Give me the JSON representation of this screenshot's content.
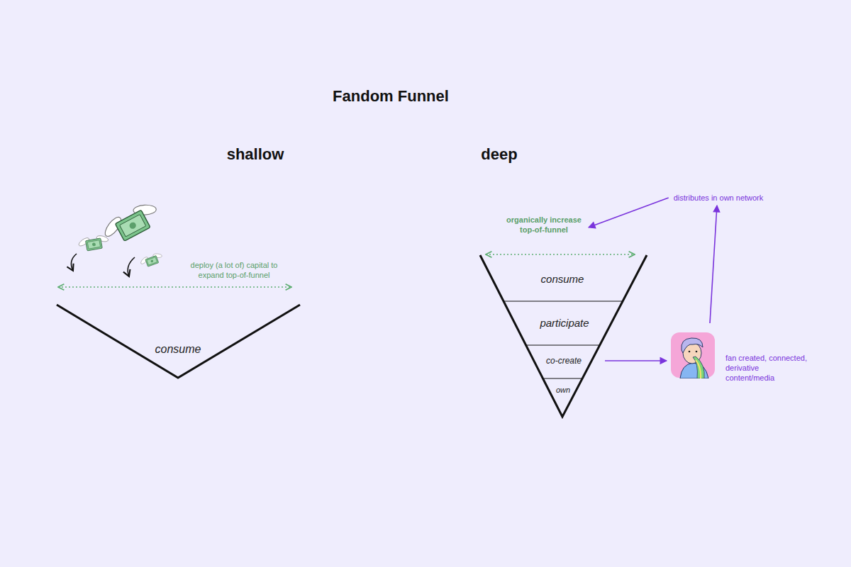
{
  "diagram": {
    "title": "Fandom Funnel",
    "nodes": [
      {
        "text": [
          "consume"
        ]
      },
      {
        "text": [
          "consume"
        ]
      },
      {
        "text": [
          "participate"
        ]
      },
      {
        "text": [
          "co-create"
        ]
      },
      {
        "text": [
          "own"
        ]
      },
      {
        "text": [
          "fan created, connected, derivative content/media"
        ]
      },
      {
        "text": [
          "distributes in own network"
        ]
      },
      {
        "text": [
          "organically increase top-of-funnel"
        ]
      }
    ],
    "edges": [
      {
        "from": 3,
        "to": 5,
        "arrow": "to"
      },
      {
        "from": 5,
        "to": 6,
        "arrow": "to"
      },
      {
        "from": 6,
        "to": 7,
        "arrow": "to"
      }
    ],
    "labels": [
      "shallow",
      "deep",
      "deploy (a lot of) capital to expand top-of-funnel"
    ]
  }
}
